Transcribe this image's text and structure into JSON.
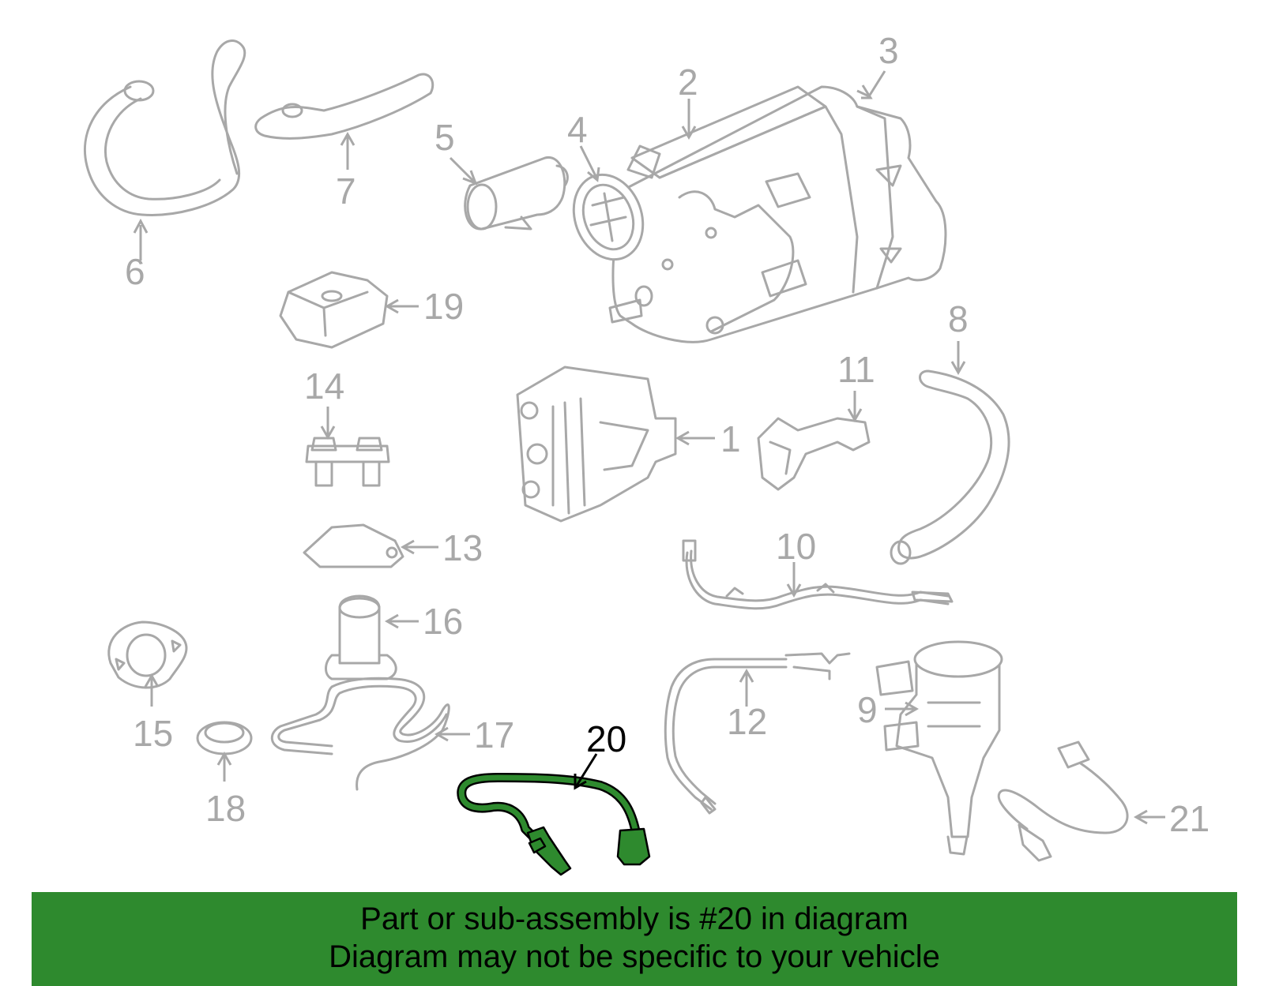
{
  "callouts": {
    "c1": "1",
    "c2": "2",
    "c3": "3",
    "c4": "4",
    "c5": "5",
    "c6": "6",
    "c7": "7",
    "c8": "8",
    "c9": "9",
    "c10": "10",
    "c11": "11",
    "c12": "12",
    "c13": "13",
    "c14": "14",
    "c15": "15",
    "c16": "16",
    "c17": "17",
    "c18": "18",
    "c19": "19",
    "c20": "20",
    "c21": "21"
  },
  "highlighted_part": "20",
  "banner": {
    "line1": "Part or sub-assembly is #20 in diagram",
    "line2": "Diagram may not be specific to your vehicle"
  },
  "colors": {
    "highlight": "#2e8a2e",
    "part_outline": "#a8a8a8",
    "banner_bg": "#2e8a2e",
    "banner_text": "#000000"
  }
}
